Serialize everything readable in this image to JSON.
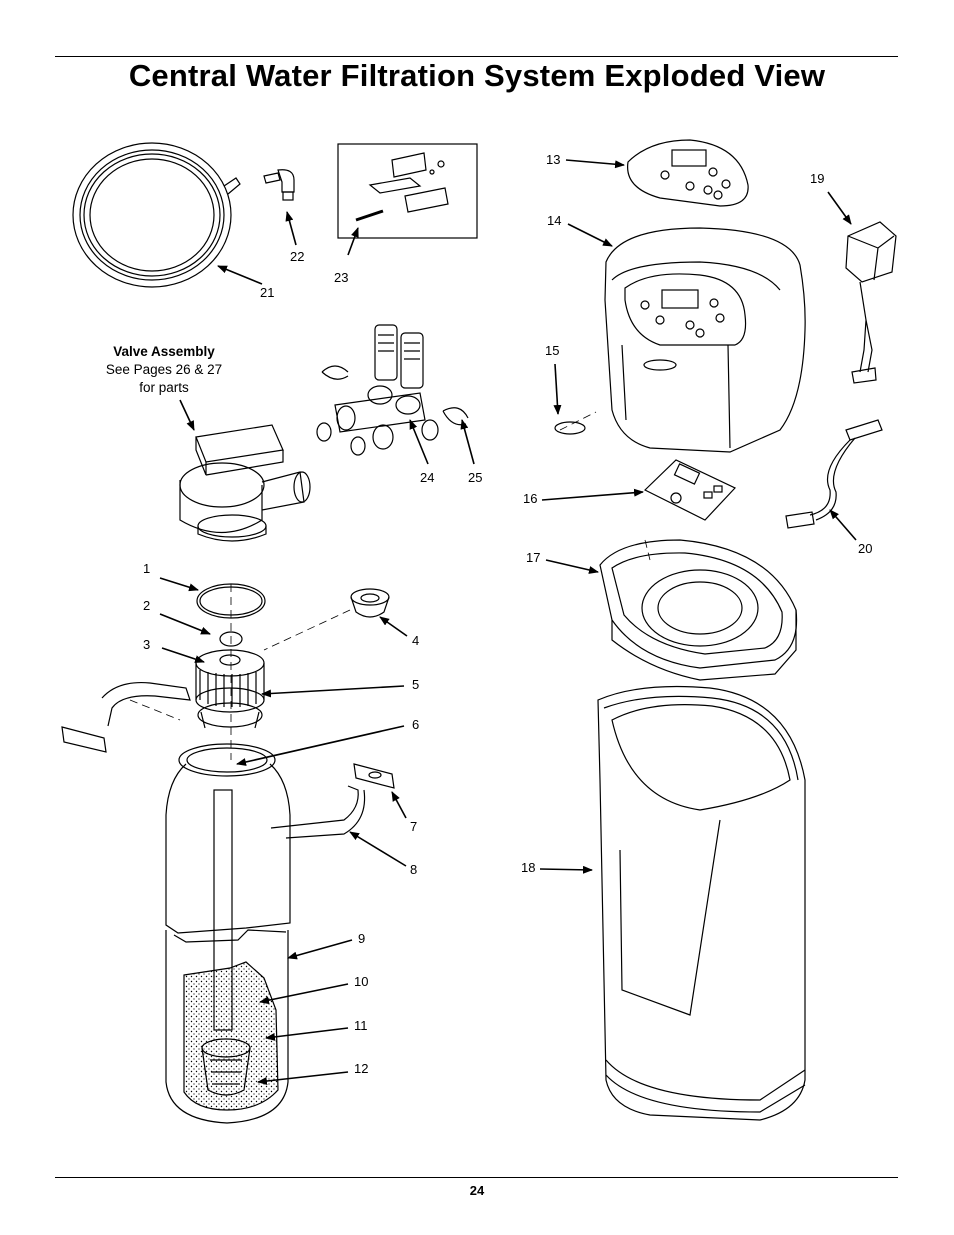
{
  "page": {
    "title": "Central Water Filtration System Exploded View",
    "page_number": "24"
  },
  "valve_assembly": {
    "heading": "Valve Assembly",
    "line1": "See Pages 26 & 27",
    "line2": "for parts"
  },
  "callouts": {
    "c1": "1",
    "c2": "2",
    "c3": "3",
    "c4": "4",
    "c5": "5",
    "c6": "6",
    "c7": "7",
    "c8": "8",
    "c9": "9",
    "c10": "10",
    "c11": "11",
    "c12": "12",
    "c13": "13",
    "c14": "14",
    "c15": "15",
    "c16": "16",
    "c17": "17",
    "c18": "18",
    "c19": "19",
    "c20": "20",
    "c21": "21",
    "c22": "22",
    "c23": "23",
    "c24": "24",
    "c25": "25"
  }
}
